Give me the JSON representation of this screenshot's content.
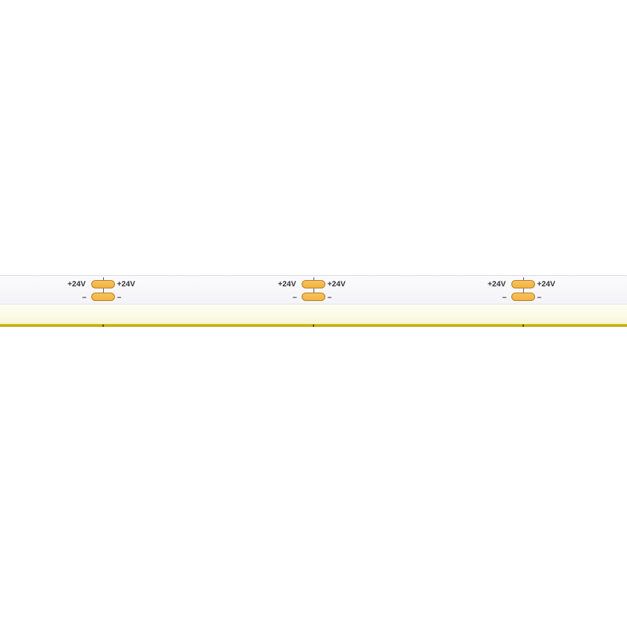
{
  "image": {
    "subject": "COB LED strip segment",
    "background_color": "#ffffff",
    "strip_colors": {
      "pcb": "#f7f7fa",
      "phosphor": "#fbfbe4",
      "edge_line": "#c9b100",
      "pad": "#f5b94d",
      "pad_border": "#b07a1c",
      "text": "#333333"
    }
  },
  "segments": [
    {
      "positive_left": "+24V",
      "positive_right": "+24V",
      "negative_left": "–",
      "negative_right": "–"
    },
    {
      "positive_left": "+24V",
      "positive_right": "+24V",
      "negative_left": "–",
      "negative_right": "–"
    },
    {
      "positive_left": "+24V",
      "positive_right": "+24V",
      "negative_left": "–",
      "negative_right": "–"
    }
  ]
}
